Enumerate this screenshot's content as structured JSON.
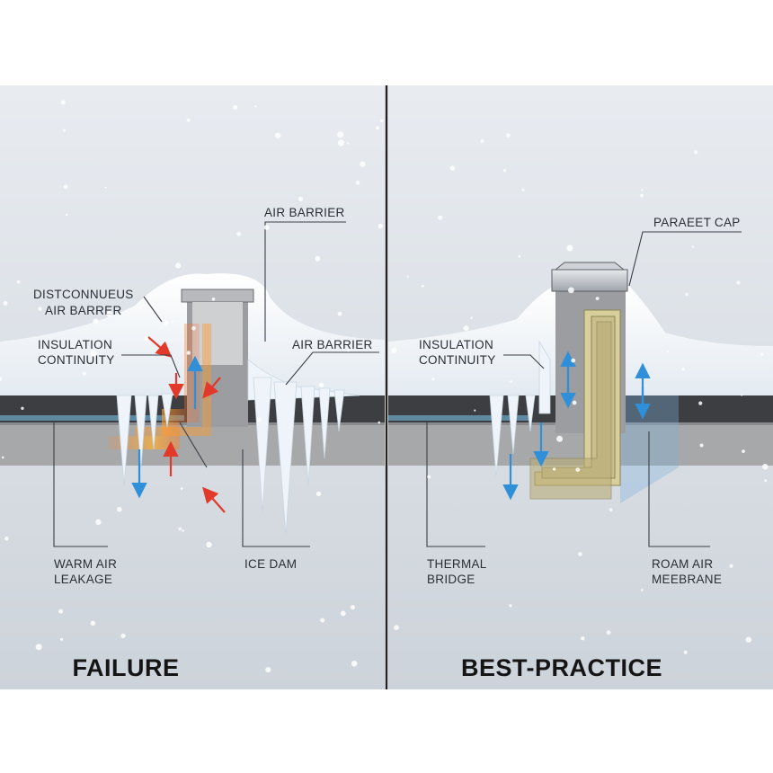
{
  "colors": {
    "sky": "#dde2e8",
    "snow": "#f4f7fa",
    "deck": "#a9a9a9",
    "roof_membrane": "#3c3e42",
    "warm_air": "#e23a2a",
    "cold_air": "#2f8fd8",
    "insulation": "#c9be8c",
    "ice": "#e9f1f7"
  },
  "left_panel": {
    "title": "FAILURE",
    "labels": {
      "discontinuous_air_barrier_line1": "DISTCONNUEUS",
      "discontinuous_air_barrier_line2": "AIR BARRER",
      "insulation_continuity_line1": "INSULATION",
      "insulation_continuity_line2": "CONTINUITY",
      "air_barrier_top": "AIR BARRIER",
      "air_barrier_right": "AIR BARRIER",
      "warm_air_leakage_line1": "WARM AIR",
      "warm_air_leakage_line2": "LEAKAGE",
      "ice_dam": "ICE DAM"
    }
  },
  "right_panel": {
    "title": "BEST-PRACTICE",
    "labels": {
      "parapet_cap": "PARAEET CAP",
      "insulation_continuity_line1": "INSULATION",
      "insulation_continuity_line2": "CONTINUITY",
      "thermal_bridge_line1": "THERMAL",
      "thermal_bridge_line2": "BRIDGE",
      "roam_air_membrane_line1": "ROAM AIR",
      "roam_air_membrane_line2": "MEEBRANE"
    }
  }
}
